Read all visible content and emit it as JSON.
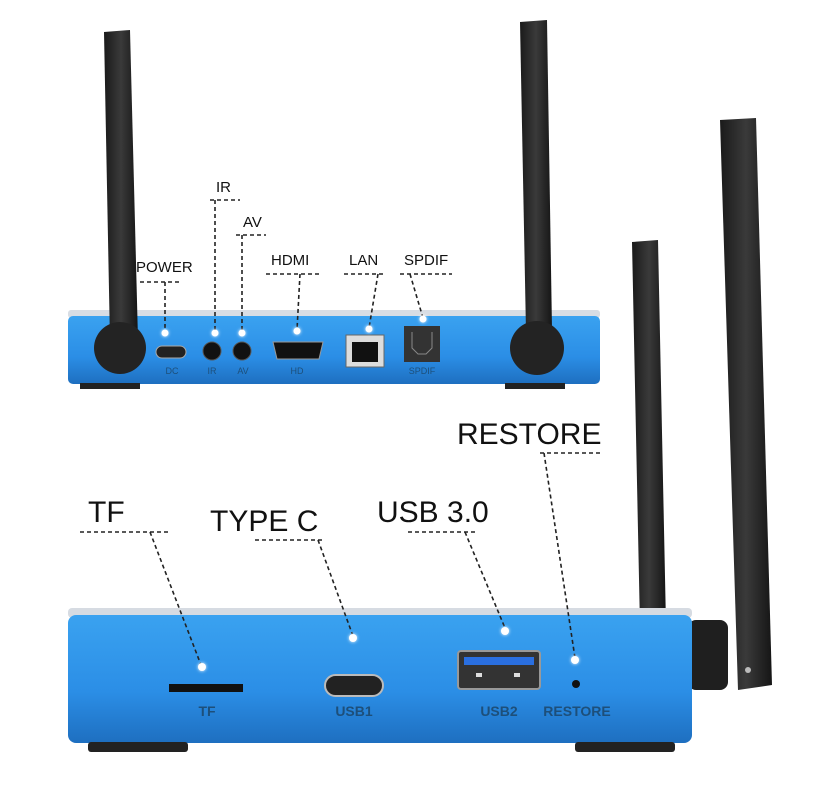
{
  "top_view": {
    "callouts": [
      {
        "id": "power",
        "label": "POWER"
      },
      {
        "id": "ir",
        "label": "IR"
      },
      {
        "id": "av",
        "label": "AV"
      },
      {
        "id": "hdmi",
        "label": "HDMI"
      },
      {
        "id": "lan",
        "label": "LAN"
      },
      {
        "id": "spdif",
        "label": "SPDIF"
      }
    ],
    "port_marks": [
      "DC",
      "IR",
      "AV",
      "HD",
      "SPDIF"
    ]
  },
  "bottom_view": {
    "callouts": [
      {
        "id": "restore",
        "label": "RESTORE"
      },
      {
        "id": "tf",
        "label": "TF"
      },
      {
        "id": "typec",
        "label": "TYPE C"
      },
      {
        "id": "usb3",
        "label": "USB 3.0"
      }
    ],
    "port_marks": [
      "TF",
      "USB1",
      "USB2",
      "RESTORE"
    ]
  },
  "colors": {
    "body": "#2f8fe0",
    "antenna": "#2a2a2a",
    "accent_usb3": "#2a6fe0"
  }
}
